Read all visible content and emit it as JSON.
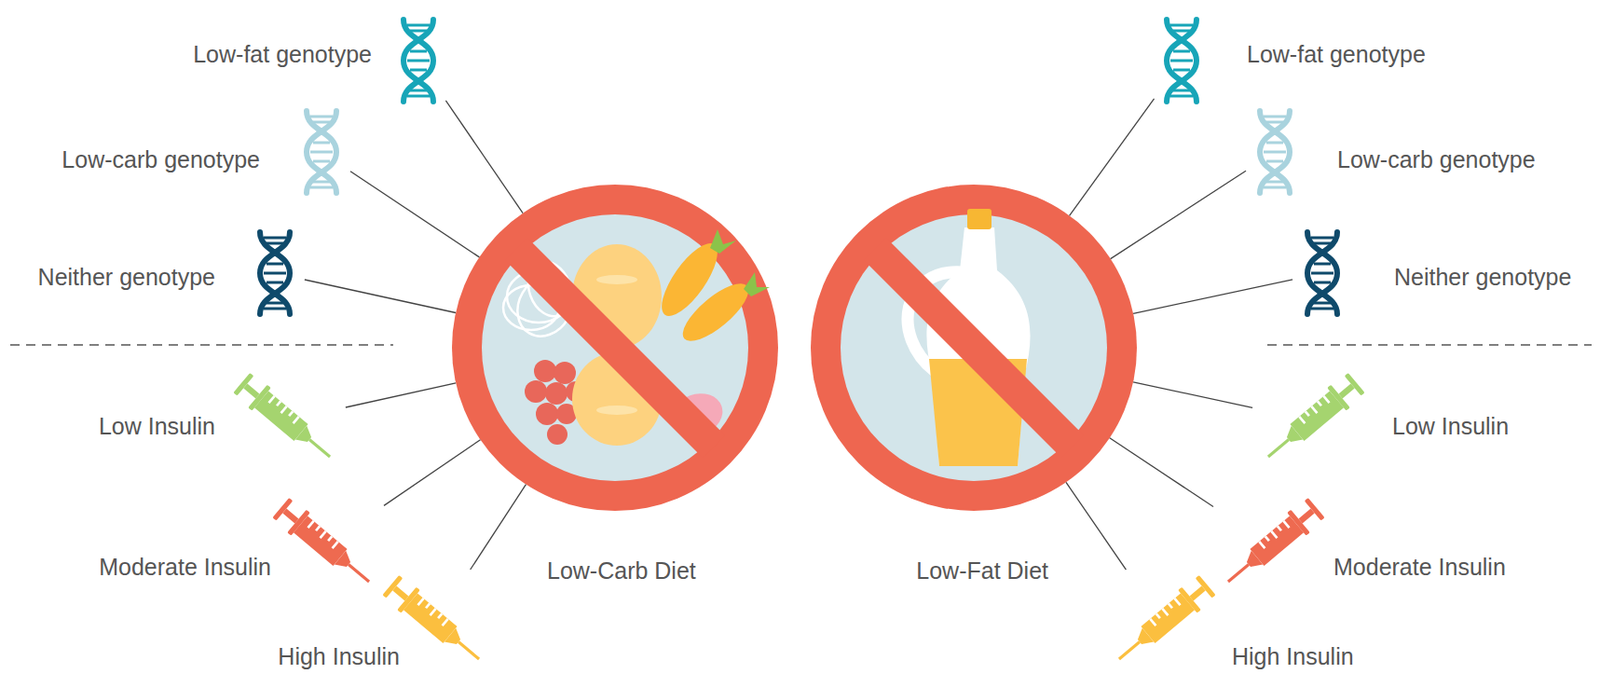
{
  "diagram": {
    "nodes": [
      {
        "text": [
          "Low-fat genotype"
        ]
      },
      {
        "text": [
          "Low-carb genotype"
        ]
      },
      {
        "text": [
          "Neither genotype"
        ]
      },
      {
        "text": [
          "Low Insulin"
        ]
      },
      {
        "text": [
          "Moderate Insulin"
        ]
      },
      {
        "text": [
          "High Insulin"
        ]
      },
      {
        "text": [
          "Low-Carb Diet"
        ]
      },
      {
        "text": [
          "Low-Fat Diet"
        ]
      },
      {
        "text": [
          "Low-fat genotype"
        ]
      },
      {
        "text": [
          "Low-carb genotype"
        ]
      },
      {
        "text": [
          "Neither genotype"
        ]
      },
      {
        "text": [
          "Low Insulin"
        ]
      },
      {
        "text": [
          "Moderate Insulin"
        ]
      },
      {
        "text": [
          "High Insulin"
        ]
      }
    ],
    "edges": [
      {
        "from": 0,
        "to": 6,
        "arrow": "none"
      },
      {
        "from": 1,
        "to": 6,
        "arrow": "none"
      },
      {
        "from": 2,
        "to": 6,
        "arrow": "none"
      },
      {
        "from": 3,
        "to": 6,
        "arrow": "none"
      },
      {
        "from": 4,
        "to": 6,
        "arrow": "none"
      },
      {
        "from": 5,
        "to": 6,
        "arrow": "none"
      },
      {
        "from": 8,
        "to": 7,
        "arrow": "none"
      },
      {
        "from": 9,
        "to": 7,
        "arrow": "none"
      },
      {
        "from": 10,
        "to": 7,
        "arrow": "none"
      },
      {
        "from": 11,
        "to": 7,
        "arrow": "none"
      },
      {
        "from": 12,
        "to": 7,
        "arrow": "none"
      },
      {
        "from": 13,
        "to": 7,
        "arrow": "none"
      }
    ]
  }
}
